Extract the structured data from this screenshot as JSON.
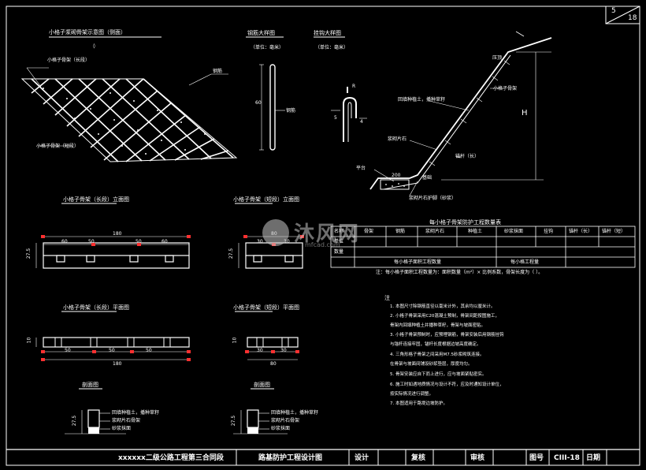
{
  "sheet": {
    "number": "5",
    "total": "18"
  },
  "title_block": {
    "project": "xxxxxx二级公路工程第三合同段",
    "drawing_title": "路基防护工程设计图",
    "design": "设计",
    "review": "复核",
    "audit": "审核",
    "drawing_no_label": "图号",
    "drawing_no": "CIII-18",
    "date_label": "日期"
  },
  "views": {
    "lattice": "小格子浆砌骨架示意图（侧面）",
    "rebar": "钢筋大样图",
    "rebar_sub": "（单位：毫米）",
    "hook": "挂钩大样图",
    "hook_sub": "（单位：毫米）",
    "elev_a": "小格子骨架（长段）立面图",
    "elev_b": "小格子骨架（短段）立面图",
    "plan_a": "小格子骨架（长段）平面图",
    "plan_b": "小格子骨架（短段）平面图",
    "section_a": "剖面图",
    "section_b": "剖面图",
    "table_title": "每小格子骨架防护工程数量表"
  },
  "labels": {
    "lattice_left_top": "小格子骨架（长段）",
    "lattice_left_bottom": "小格子骨架（短段）",
    "lattice_right": "钢筋",
    "rebar_dim": "60",
    "rebar_side": "钢筋",
    "hook_r": "R",
    "hook_a": "5",
    "hook_b": "4",
    "slope_h": "H",
    "slope_1": "回填种植土，播种草籽",
    "slope_2": "小格子骨架",
    "slope_3": "锚杆（长）",
    "slope_4": "浆砌片石",
    "slope_5": "浆砌片石护脚（砂浆）",
    "slope_6": "平台",
    "slope_7": "压顶",
    "slope_8": "基础",
    "slope_w": "200",
    "elev_a_total": "180",
    "elev_a_segs": [
      "60",
      "50",
      "50",
      "60"
    ],
    "elev_a_h": "27.5",
    "elev_b_total": "80",
    "elev_b_segs": [
      "30",
      "30"
    ],
    "elev_b_h": "27.5",
    "plan_a_total": "180",
    "plan_a_segs": [
      "50",
      "50",
      "50"
    ],
    "plan_a_h": "10",
    "plan_b_total": "80",
    "plan_b_segs": [
      "30",
      "30"
    ],
    "plan_b_h": "10",
    "sec_h": "27.5",
    "sec_1": "回填种植土，播种草籽",
    "sec_2": "浆砌片石骨架",
    "sec_3": "砂浆抹面",
    "table_note": "注：每小格子面积工程数量为：面积数量（m²）× 比例系数，骨架长度为（ ）。"
  },
  "table": {
    "headers": [
      "名称",
      "骨架",
      "钢筋",
      "浆砌片石",
      "种植土",
      "砂浆抹面",
      "挂钩",
      "锚杆（长）",
      "锚杆（短）"
    ],
    "row1": [
      "单位",
      "",
      "",
      "",
      "",
      "",
      "",
      "",
      ""
    ],
    "row2": [
      "数量",
      "每小格子面积工程数量",
      "",
      "",
      "",
      "",
      "每小格工程量",
      "",
      ""
    ]
  },
  "notes": {
    "heading": "注",
    "lines": [
      "1. 本图尺寸除钢筋直径以毫米计外，其余均以厘米计。",
      "2. 小格子骨架采用C20混凝土预制，骨架间距按图施工，",
      "   骨架内回填种植土并播种草籽，骨架与坡面密贴。",
      "3. 小格子骨架预制时，应预埋钢筋，骨架安装后用钢筋挂钩",
      "   与锚杆连接牢固，锚杆长度根据边坡高度确定。",
      "4. 三角形格子骨架之间采用M7.5砂浆砌筑连接。",
      "   在骨架与坡面间铺设砂浆垫层，厚度均匀。",
      "5. 骨架安装应自下而上进行，应与坡面紧贴密实。",
      "6. 施工时如遇地质情况与设计不符，应及时通知设计单位，",
      "   按实际情况进行调整。",
      "7. 本图适用于路堤边坡防护。"
    ]
  },
  "watermark": {
    "text": "沐风网",
    "url": "mfcad.com"
  }
}
